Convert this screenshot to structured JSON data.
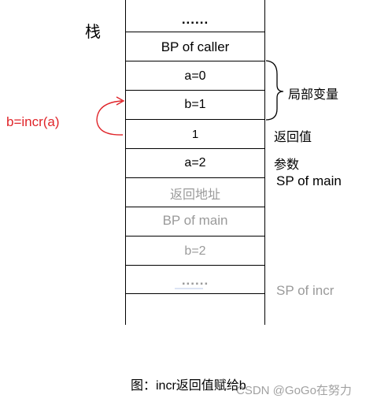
{
  "stack_label": "栈",
  "cells": [
    {
      "label": "......",
      "style": "black"
    },
    {
      "label": "BP of caller",
      "style": "black"
    },
    {
      "label": "a=0",
      "style": "black"
    },
    {
      "label": "b=1",
      "style": "black"
    },
    {
      "label": "1",
      "style": "black"
    },
    {
      "label": "a=2",
      "style": "black"
    },
    {
      "label": "返回地址",
      "style": "gray"
    },
    {
      "label": "BP of main",
      "style": "gray"
    },
    {
      "label": "b=2",
      "style": "gray"
    },
    {
      "label": "......",
      "style": "gray"
    }
  ],
  "annotations": {
    "local_vars": "局部变量",
    "return_value": "返回值",
    "params": "参数",
    "sp_main": "SP of main",
    "sp_incr": "SP of incr",
    "assign": "b=incr(a)"
  },
  "caption": "图：incr返回值赋给b",
  "watermark": "CSDN @GoGo在努力",
  "colors": {
    "line": "#000000",
    "gray_text": "#9a9a9a",
    "red": "#e0252a"
  }
}
